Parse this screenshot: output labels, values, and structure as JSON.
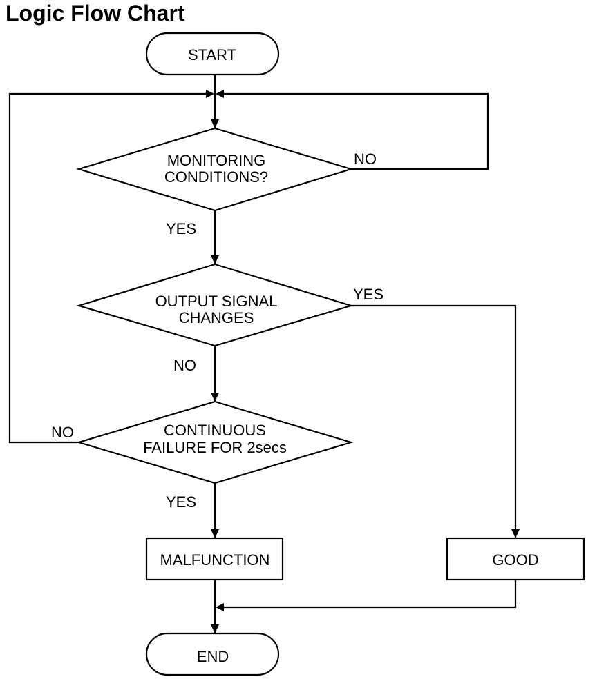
{
  "title": "Logic Flow Chart",
  "nodes": {
    "start": "START",
    "monitoring": [
      "MONITORING",
      "CONDITIONS?"
    ],
    "output_signal": [
      "OUTPUT SIGNAL",
      "CHANGES"
    ],
    "continuous_failure": [
      "CONTINUOUS",
      "FAILURE FOR 2secs"
    ],
    "malfunction": "MALFUNCTION",
    "good": "GOOD",
    "end": "END"
  },
  "edge_labels": {
    "monitoring_no": "NO",
    "monitoring_yes": "YES",
    "output_yes": "YES",
    "output_no": "NO",
    "failure_no": "NO",
    "failure_yes": "YES"
  }
}
